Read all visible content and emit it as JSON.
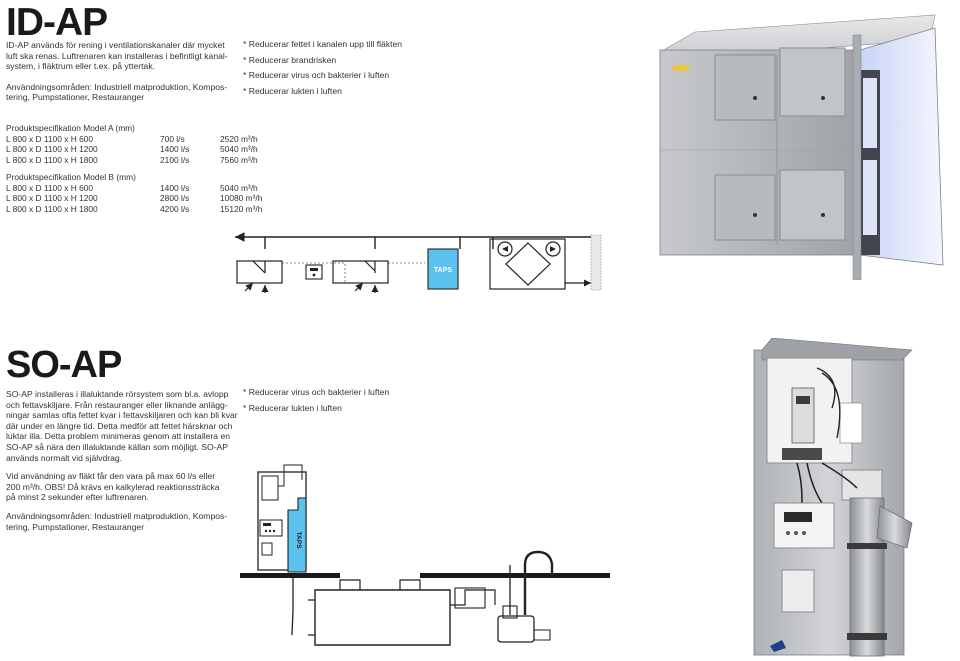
{
  "id_ap": {
    "title": "ID-AP",
    "intro": [
      "ID-AP används för rening i ventilationskanaler där mycket",
      "luft ska renas. Luftrenaren kan installeras i befintligt kanal-",
      "system, i fläktrum eller t.ex. på yttertak."
    ],
    "areas": [
      "Användningsområden: Industriell matproduktion, Kompos-",
      "tering, Pumpstationer, Restauranger"
    ],
    "bullets": [
      "* Reducerar fettet i kanalen upp till fläkten",
      "* Reducerar brandrisken",
      "* Reducerar virus och bakterier i luften",
      "* Reducerar lukten i luften"
    ],
    "spec_a": {
      "heading": "Produktspecifikation Model A (mm)",
      "rows": [
        {
          "dim": "L 800 x D 1100 x H  600",
          "flow": "700 l/s",
          "vol": "2520 m³/h"
        },
        {
          "dim": "L 800 x D 1100 x H 1200",
          "flow": "1400 l/s",
          "vol": "5040 m³/h"
        },
        {
          "dim": "L 800 x D 1100 x H 1800",
          "flow": "2100 l/s",
          "vol": "7560 m³/h"
        }
      ]
    },
    "spec_b": {
      "heading": "Produktspecifikation Model B (mm)",
      "rows": [
        {
          "dim": "L 800 x D 1100 x H  600",
          "flow": "1400 l/s",
          "vol": "5040 m³/h"
        },
        {
          "dim": "L 800 x D 1100 x H 1200",
          "flow": "2800 l/s",
          "vol": "10080 m³/h"
        },
        {
          "dim": "L 800 x D 1100 x H 1800",
          "flow": "4200 l/s",
          "vol": "15120 m³/h"
        }
      ]
    },
    "diagram_label": "TAPS"
  },
  "so_ap": {
    "title": "SO-AP",
    "paragraphs": [
      [
        "SO-AP installeras i illaluktande rörsystem som bl.a. avlopp",
        "och fettavskiljare. Från restauranger eller liknande anlägg-",
        "ningar samlas ofta fettet kvar i fettavskiljaren och kan bli kvar",
        "där under en längre tid. Detta medför att fettet härsknar och",
        "luktar illa.  Detta problem minimeras genom att installera en",
        "SO-AP så nära den illaluktande källan som möjligt.  SO-AP",
        "används normalt vid självdrag."
      ],
      [
        "Vid användning av fläkt får den vara på max 60 l/s eller",
        "200 m³/h. OBS! Då krävs en kalkylerad reaktionssträcka",
        "på minst 2 sekunder efter luftrenaren."
      ],
      [
        "Användningsområden: Industriell matproduktion, Kompos-",
        "tering, Pumpstationer, Restauranger"
      ]
    ],
    "bullets": [
      "* Reducerar virus och bakterier i luften",
      "* Reducerar lukten i luften"
    ],
    "diagram_label": "TAPS"
  },
  "colors": {
    "taps_blue": "#5bc3ee",
    "steel": "#b9bcc0"
  }
}
